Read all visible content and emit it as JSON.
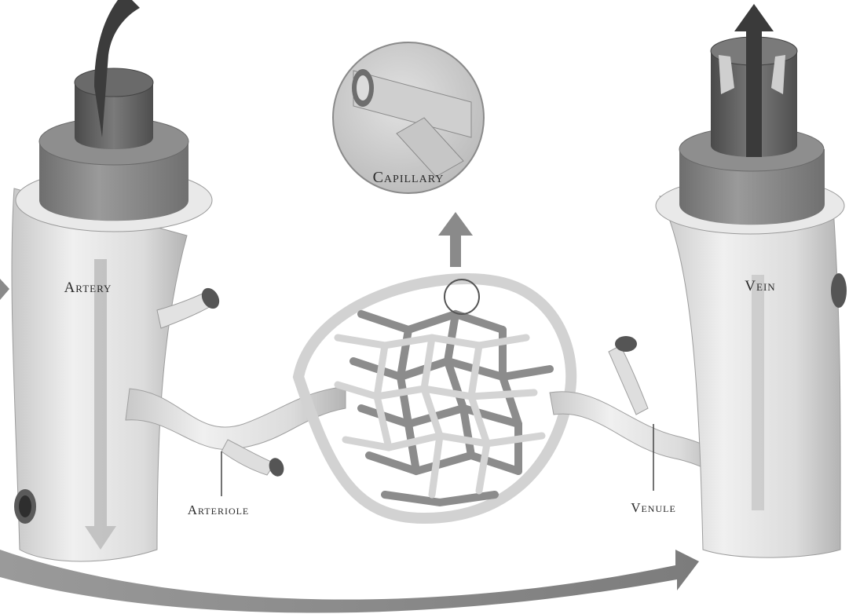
{
  "diagram": {
    "labels": {
      "artery": "Artery",
      "vein": "Vein",
      "capillary": "Capillary",
      "arteriole": "Arteriole",
      "venule": "Venule"
    },
    "colors": {
      "vessel_outer": "#e4e4e4",
      "vessel_shade": "#bdbdbd",
      "muscle_layer": "#8a8a8a",
      "inner_layer": "#5e5e5e",
      "capillary_light": "#d6d6d6",
      "capillary_dark": "#888888",
      "flow_arrow": "#8f8f8f"
    }
  }
}
